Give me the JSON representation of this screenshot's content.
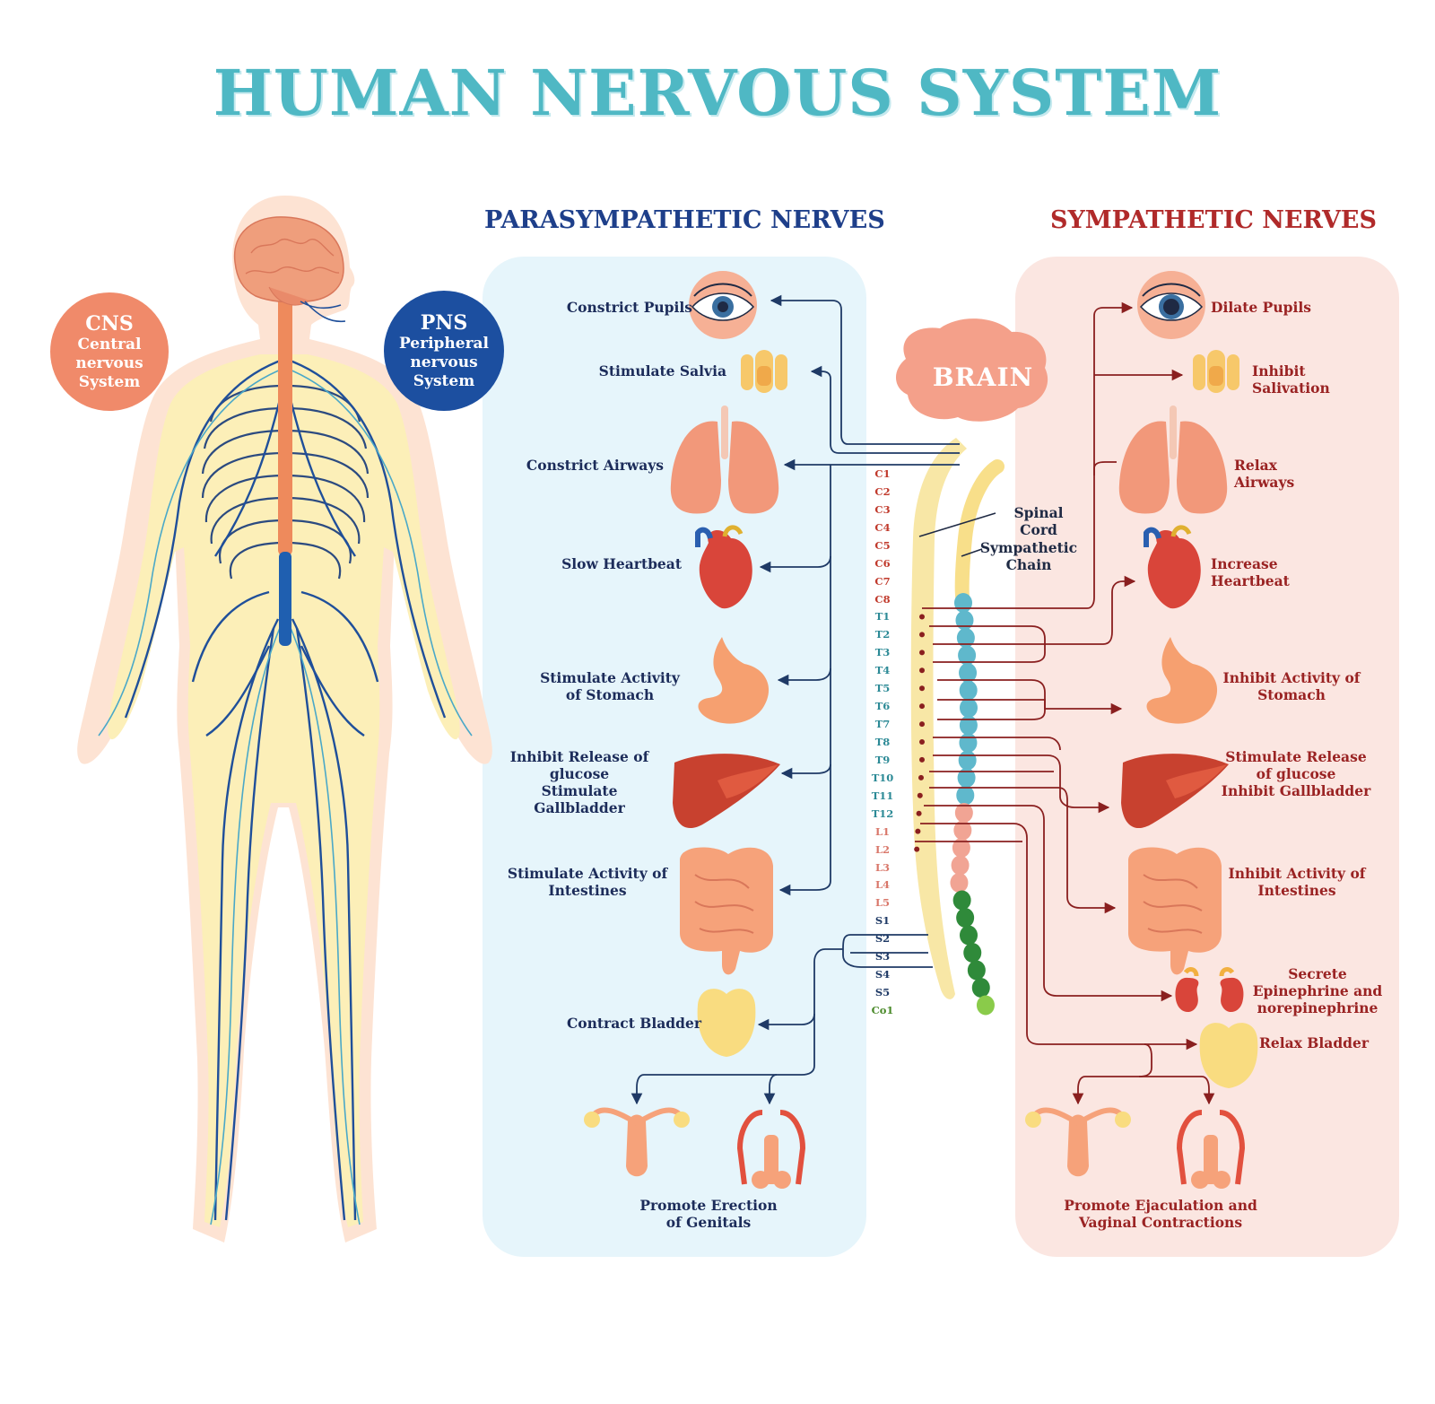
{
  "title": "HUMAN NERVOUS SYSTEM",
  "cns": {
    "abbr": "CNS",
    "line1": "Central",
    "line2": "nervous",
    "line3": "System"
  },
  "pns": {
    "abbr": "PNS",
    "line1": "Peripheral",
    "line2": "nervous",
    "line3": "System"
  },
  "para": {
    "heading": "PARASYMPATHETIC NERVES",
    "pupils": "Constrict Pupils",
    "salvia": "Stimulate Salvia",
    "airways": "Constrict Airways",
    "heart": "Slow Heartbeat",
    "stomach1": "Stimulate Activity",
    "stomach2": "of Stomach",
    "liver1": "Inhibit Release of",
    "liver2": "glucose",
    "liver3": "Stimulate Gallbladder",
    "intestines1": "Stimulate Activity of",
    "intestines2": "Intestines",
    "bladder": "Contract Bladder",
    "genitals1": "Promote Erection",
    "genitals2": "of Genitals"
  },
  "symp": {
    "heading": "SYMPATHETIC NERVES",
    "pupils": "Dilate Pupils",
    "salivation": "Inhibit Salivation",
    "airways": "Relax Airways",
    "heart": "Increase Heartbeat",
    "stomach1": "Inhibit Activity of",
    "stomach2": "Stomach",
    "liver1": "Stimulate Release",
    "liver2": "of glucose",
    "liver3": "Inhibit Gallbladder",
    "intestines1": "Inhibit Activity of",
    "intestines2": "Intestines",
    "adrenal1": "Secrete",
    "adrenal2": "Epinephrine and",
    "adrenal3": "norepinephrine",
    "bladder": "Relax Bladder",
    "genitals1": "Promote Ejaculation and",
    "genitals2": "Vaginal Contractions"
  },
  "center": {
    "brain": "BRAIN",
    "spinal_cord": "Spinal Cord",
    "chain1": "Sympathetic",
    "chain2": "Chain"
  },
  "segments": [
    {
      "label": "C1",
      "color": "#c0392b"
    },
    {
      "label": "C2",
      "color": "#c0392b"
    },
    {
      "label": "C3",
      "color": "#c0392b"
    },
    {
      "label": "C4",
      "color": "#c0392b"
    },
    {
      "label": "C5",
      "color": "#c0392b"
    },
    {
      "label": "C6",
      "color": "#c0392b"
    },
    {
      "label": "C7",
      "color": "#c0392b"
    },
    {
      "label": "C8",
      "color": "#c0392b"
    },
    {
      "label": "T1",
      "color": "#2c8a96"
    },
    {
      "label": "T2",
      "color": "#2c8a96"
    },
    {
      "label": "T3",
      "color": "#2c8a96"
    },
    {
      "label": "T4",
      "color": "#2c8a96"
    },
    {
      "label": "T5",
      "color": "#2c8a96"
    },
    {
      "label": "T6",
      "color": "#2c8a96"
    },
    {
      "label": "T7",
      "color": "#2c8a96"
    },
    {
      "label": "T8",
      "color": "#2c8a96"
    },
    {
      "label": "T9",
      "color": "#2c8a96"
    },
    {
      "label": "T10",
      "color": "#2c8a96"
    },
    {
      "label": "T11",
      "color": "#2c8a96"
    },
    {
      "label": "T12",
      "color": "#2c8a96"
    },
    {
      "label": "L1",
      "color": "#d9776a"
    },
    {
      "label": "L2",
      "color": "#d9776a"
    },
    {
      "label": "L3",
      "color": "#d9776a"
    },
    {
      "label": "L4",
      "color": "#d9776a"
    },
    {
      "label": "L5",
      "color": "#d9776a"
    },
    {
      "label": "S1",
      "color": "#1f3a66"
    },
    {
      "label": "S2",
      "color": "#1f3a66"
    },
    {
      "label": "S3",
      "color": "#1f3a66"
    },
    {
      "label": "S4",
      "color": "#1f3a66"
    },
    {
      "label": "S5",
      "color": "#1f3a66"
    },
    {
      "label": "Co1",
      "color": "#4a8a2a"
    }
  ],
  "colors": {
    "title": "#4fb8c4",
    "para_heading": "#1e3f8a",
    "symp_heading": "#b02a2a",
    "para_panel": "#e6f5fb",
    "symp_panel": "#fbe6e1",
    "nerve_blue": "#1c4fa0",
    "nerve_red": "#9a2323",
    "cns_badge": "#f08a6a",
    "pns_badge": "#1c4fa0"
  }
}
